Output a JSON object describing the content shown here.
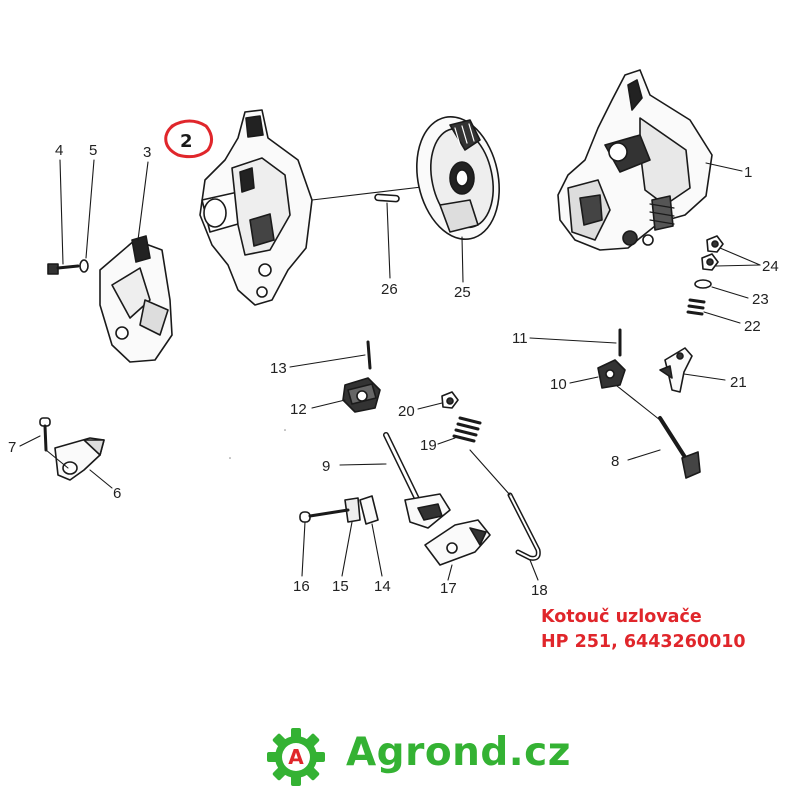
{
  "diagram": {
    "highlighted_part": "2",
    "part_numbers": [
      "1",
      "2",
      "3",
      "4",
      "5",
      "6",
      "7",
      "8",
      "9",
      "10",
      "11",
      "12",
      "13",
      "14",
      "15",
      "16",
      "17",
      "18",
      "19",
      "20",
      "21",
      "22",
      "23",
      "24",
      "25",
      "26"
    ]
  },
  "caption": {
    "line1": "Kotouč uzlovače",
    "line2": "HP 251, 6443260010"
  },
  "brand": {
    "logo_letter": "A",
    "name": "Agrond.cz",
    "color": "#34b233",
    "logo_letter_color": "#e0262b"
  },
  "highlight_color": "#e0262b"
}
